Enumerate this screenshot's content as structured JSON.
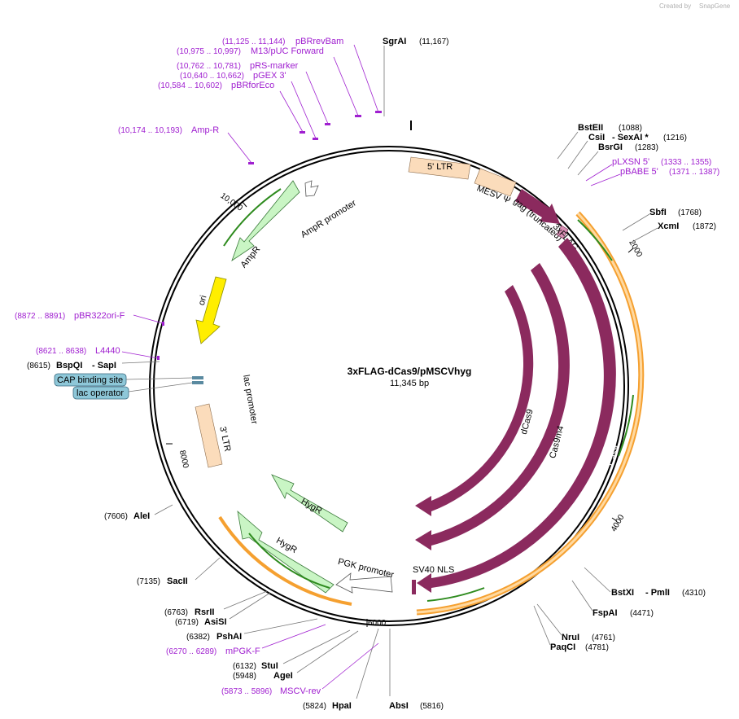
{
  "watermark": {
    "created_by": "Created by",
    "brand": "SnapGene"
  },
  "plasmid": {
    "name": "3xFLAG-dCas9/pMSCVhyg",
    "size": "11,345 bp"
  },
  "ticks": {
    "t2000": "2000",
    "t4000": "4000",
    "t6000": "6000",
    "t8000": "8000",
    "t10000": "10,000"
  },
  "enzymes": {
    "sgrai": {
      "name": "SgrAI",
      "pos": "(11,167)"
    },
    "bsteii": {
      "name": "BstEII",
      "pos": "(1088)"
    },
    "csii": {
      "name": "CsiI",
      "sep": "- SexAI *",
      "pos": "(1216)"
    },
    "bsrgi": {
      "name": "BsrGI",
      "pos": "(1283)"
    },
    "sbfi": {
      "name": "SbfI",
      "pos": "(1768)"
    },
    "xcmi": {
      "name": "XcmI",
      "pos": "(1872)"
    },
    "bstxi": {
      "name": "BstXI",
      "sep": "- PmlI",
      "pos": "(4310)"
    },
    "fspai": {
      "name": "FspAI",
      "pos": "(4471)"
    },
    "nrui": {
      "name": "NruI",
      "pos": "(4761)"
    },
    "paqci": {
      "name": "PaqCI",
      "pos": "(4781)"
    },
    "absi": {
      "name": "AbsI",
      "pos": "(5816)"
    },
    "hpai": {
      "name": "HpaI",
      "pos": "(5824)"
    },
    "agei": {
      "name": "AgeI",
      "pos": "(5948)"
    },
    "stui": {
      "name": "StuI",
      "pos": "(6132)"
    },
    "pshai": {
      "name": "PshAI",
      "pos": "(6382)"
    },
    "asisi": {
      "name": "AsiSI",
      "pos": "(6719)"
    },
    "rsrii": {
      "name": "RsrII",
      "pos": "(6763)"
    },
    "sacii": {
      "name": "SacII",
      "pos": "(7135)"
    },
    "alei": {
      "name": "AleI",
      "pos": "(7606)"
    },
    "bspqi": {
      "name": "BspQI",
      "sep": "- SapI",
      "pos": "(8615)"
    }
  },
  "primers": {
    "pbrrevbam": {
      "name": "pBRrevBam",
      "pos": "(11,125 .. 11,144)"
    },
    "m13": {
      "name": "M13/pUC Forward",
      "pos": "(10,975 .. 10,997)"
    },
    "rsmarker": {
      "name": "pRS-marker",
      "pos": "(10,762 .. 10,781)"
    },
    "pgex": {
      "name": "pGEX 3'",
      "pos": "(10,640 .. 10,662)"
    },
    "pbrforeco": {
      "name": "pBRforEco",
      "pos": "(10,584 .. 10,602)"
    },
    "ampr": {
      "name": "Amp-R",
      "pos": "(10,174 .. 10,193)"
    },
    "plxsn": {
      "name": "pLXSN 5'",
      "pos": "(1333 .. 1355)"
    },
    "pbabe": {
      "name": "pBABE 5'",
      "pos": "(1371 .. 1387)"
    },
    "pbr322ori": {
      "name": "pBR322ori-F",
      "pos": "(8872 .. 8891)"
    },
    "l4440": {
      "name": "L4440",
      "pos": "(8621 .. 8638)"
    },
    "mpgk": {
      "name": "mPGK-F",
      "pos": "(6270 .. 6289)"
    },
    "mscvrev": {
      "name": "MSCV-rev",
      "pos": "(5873 .. 5896)"
    }
  },
  "boxed": {
    "cap": "CAP binding site",
    "lac_op": "lac operator"
  },
  "features": {
    "ltr5": "5' LTR",
    "mesv": "MESV Ψ",
    "gag": "gag (truncated)",
    "flag": "3xFLAG",
    "dcas9": "dCas9",
    "cas9m4": "Cas9m4",
    "cas9": "Cas9",
    "sv40": "SV40 NLS",
    "pgk": "PGK promoter",
    "hygr1": "HygR",
    "hygr2": "HygR",
    "ltr3": "3' LTR",
    "lac": "lac promoter",
    "ori": "ori",
    "ampr": "AmpR",
    "amprp": "AmpR promoter"
  },
  "colors": {
    "magenta": "#8b2a5e",
    "peach": "#fbdcbb",
    "green_light": "#c9f5c4",
    "green_dark": "#2e8b1e",
    "orange": "#f5a030",
    "yellow": "#ffee00",
    "primer": "#a020d0",
    "box": "#8ec7d8"
  }
}
